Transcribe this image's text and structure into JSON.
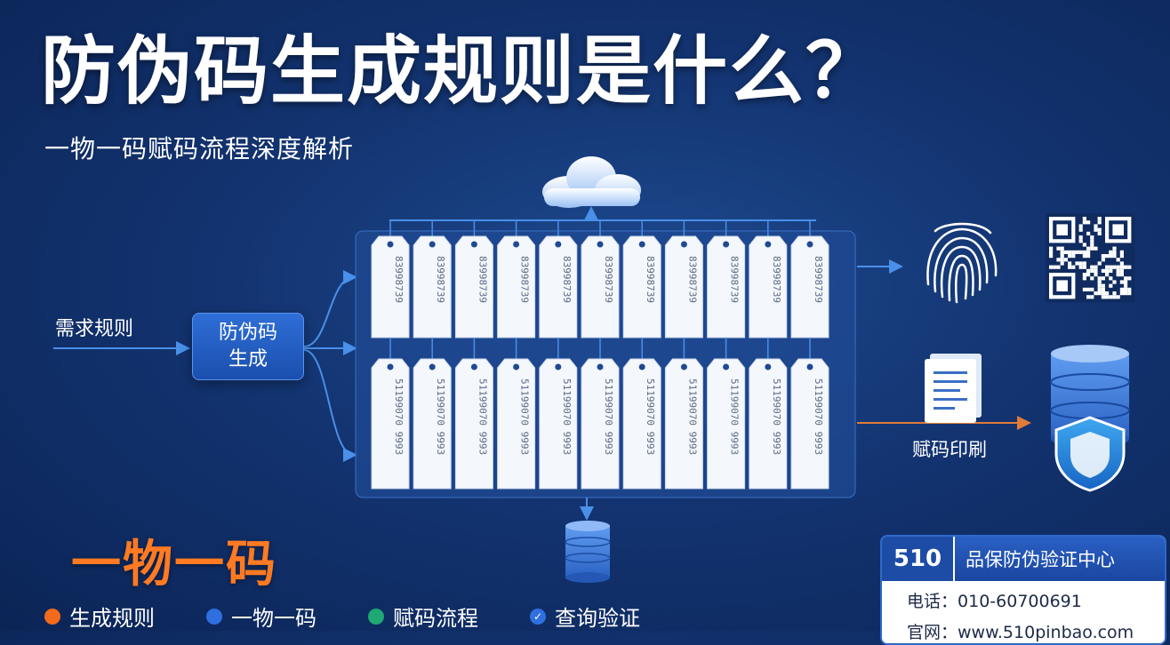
{
  "header": {
    "title": "防伪码生成规则是什么？",
    "subtitle": "一物一码赋码流程深度解析"
  },
  "flow": {
    "requirement_label": "需求规则",
    "generate_label": "防伪码生成",
    "print_label": "赋码印刷"
  },
  "tags": {
    "top_code": "83998739",
    "bottom_code": "51199070 9993",
    "count_per_row": 11
  },
  "footer": {
    "big_title": "一物一码",
    "legend": [
      {
        "label": "生成规则",
        "color": "#f26a1b",
        "icon": "orange-dot"
      },
      {
        "label": "一物一码",
        "color": "#2f6fe0",
        "icon": "blue-dot"
      },
      {
        "label": "赋码流程",
        "color": "#1fa874",
        "icon": "green-dot"
      },
      {
        "label": "查询验证",
        "color": "#2f6fe0",
        "icon": "check-icon"
      }
    ]
  },
  "contact": {
    "number": "510",
    "name": "品保防伪验证中心",
    "phone_label": "电话：",
    "phone": "010-60700691",
    "site_label": "官网：",
    "site": "www.510pinbao.com"
  },
  "colors": {
    "accent_orange": "#ff7a22",
    "panel_blue": "#1f4a93",
    "arrow_blue": "#4a8fe8"
  }
}
